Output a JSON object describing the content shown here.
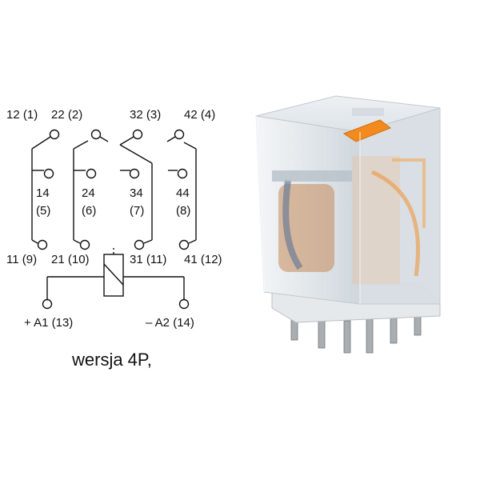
{
  "terminals": {
    "t12": "12 (1)",
    "t22": "22 (2)",
    "t32": "32 (3)",
    "t42": "42 (4)",
    "t14a": "14",
    "t14b": "(5)",
    "t24a": "24",
    "t24b": "(6)",
    "t34a": "34",
    "t34b": "(7)",
    "t44a": "44",
    "t44b": "(8)",
    "t11": "11 (9)",
    "t21": "21 (10)",
    "t31": "31 (11)",
    "t41": "41 (12)",
    "a1": "+ A1 (13)",
    "a2": "– A2 (14)"
  },
  "caption": "wersja 4P,",
  "colors": {
    "relay_housing": "#e8ecef",
    "actuator": "#f28a1e",
    "line": "#111111"
  }
}
